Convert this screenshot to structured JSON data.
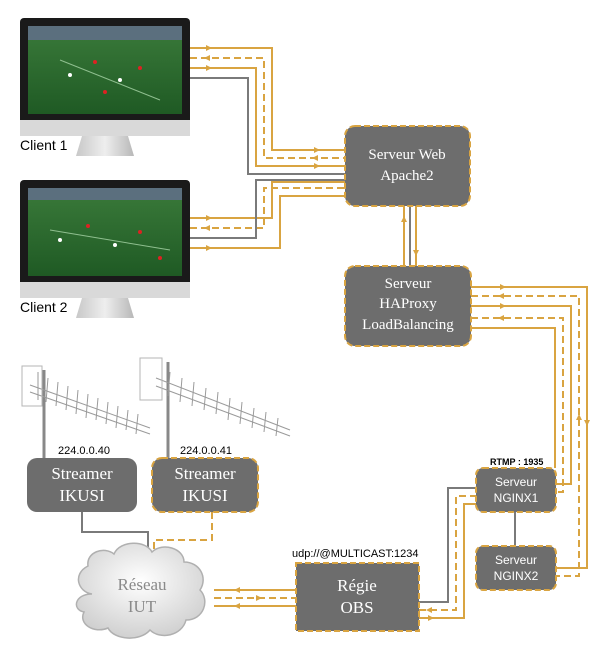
{
  "clients": [
    {
      "label": "Client 1"
    },
    {
      "label": "Client 2"
    }
  ],
  "servers": {
    "apache": {
      "line1": "Serveur Web",
      "line2": "Apache2"
    },
    "haproxy": {
      "line1": "Serveur",
      "line2": "HAProxy",
      "line3": "LoadBalancing"
    },
    "nginx1": {
      "line1": "Serveur",
      "line2": "NGINX1"
    },
    "nginx2": {
      "line1": "Serveur",
      "line2": "NGINX2"
    },
    "obs": {
      "line1": "Régie",
      "line2": "OBS"
    }
  },
  "streamers": [
    {
      "line1": "Streamer",
      "line2": "IKUSI",
      "ip": "224.0.0.40"
    },
    {
      "line1": "Streamer",
      "line2": "IKUSI",
      "ip": "224.0.0.41"
    }
  ],
  "cloud": {
    "line1": "Réseau",
    "line2": "IUT"
  },
  "protocols": {
    "rtmp": "RTMP : 1935",
    "udp": "udp://@MULTICAST:1234"
  },
  "colors": {
    "box": "#6d6d6d",
    "border": "#d9a441",
    "link_orange": "#d9a441",
    "link_gray": "#7a7a7a"
  }
}
